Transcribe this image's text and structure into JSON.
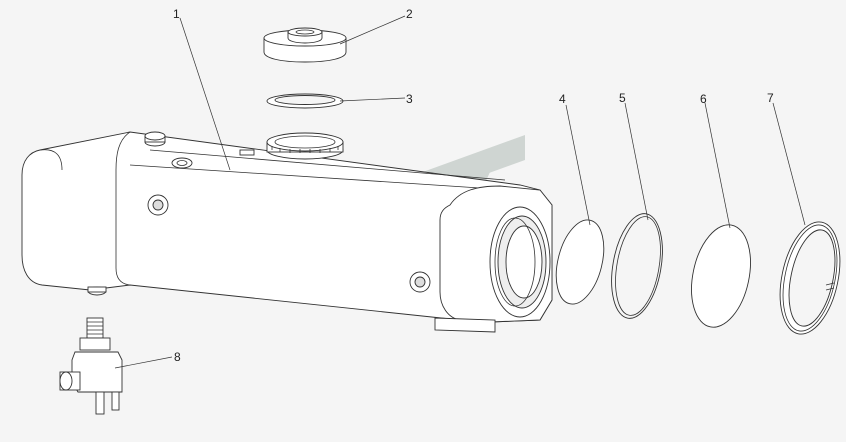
{
  "diagram": {
    "callouts": [
      {
        "id": "1",
        "label": "1",
        "part": "fuel-tank-body"
      },
      {
        "id": "2",
        "label": "2",
        "part": "filler-cap"
      },
      {
        "id": "3",
        "label": "3",
        "part": "cap-gasket"
      },
      {
        "id": "4",
        "label": "4",
        "part": "end-disc"
      },
      {
        "id": "5",
        "label": "5",
        "part": "sealing-ring"
      },
      {
        "id": "6",
        "label": "6",
        "part": "cover-plate"
      },
      {
        "id": "7",
        "label": "7",
        "part": "retaining-ring"
      },
      {
        "id": "8",
        "label": "8",
        "part": "drain-valve"
      }
    ]
  },
  "colors": {
    "background": "#f5f5f5",
    "line": "#333333",
    "part_fill": "#ffffff",
    "watermark": "#c9d0cc"
  },
  "watermark": {
    "icon": "stylized-arrow-logo-watermark"
  }
}
